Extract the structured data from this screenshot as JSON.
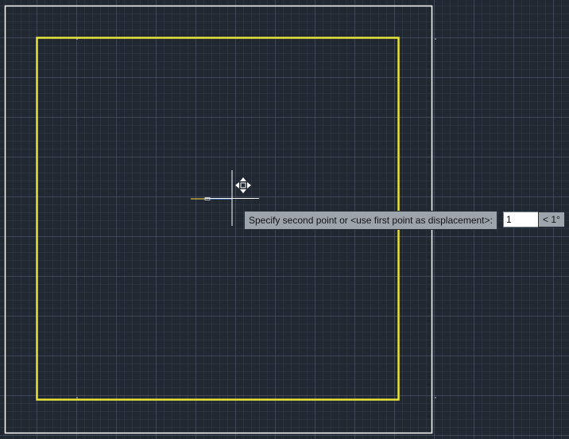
{
  "prompt": {
    "text": "Specify second point or <use first point as displacement>:"
  },
  "dynamic_input": {
    "distance_value": "1",
    "angle_label": "< 1°"
  },
  "colors": {
    "background": "#212832",
    "selected_entity": "#e8e43a",
    "rectangle_outline": "#ffffff",
    "crosshair": "#ffffff",
    "tooltip_bg": "#9ea4ab"
  },
  "icons": {
    "cursor": "crosshair-icon",
    "grip": "move-grip-icon"
  }
}
